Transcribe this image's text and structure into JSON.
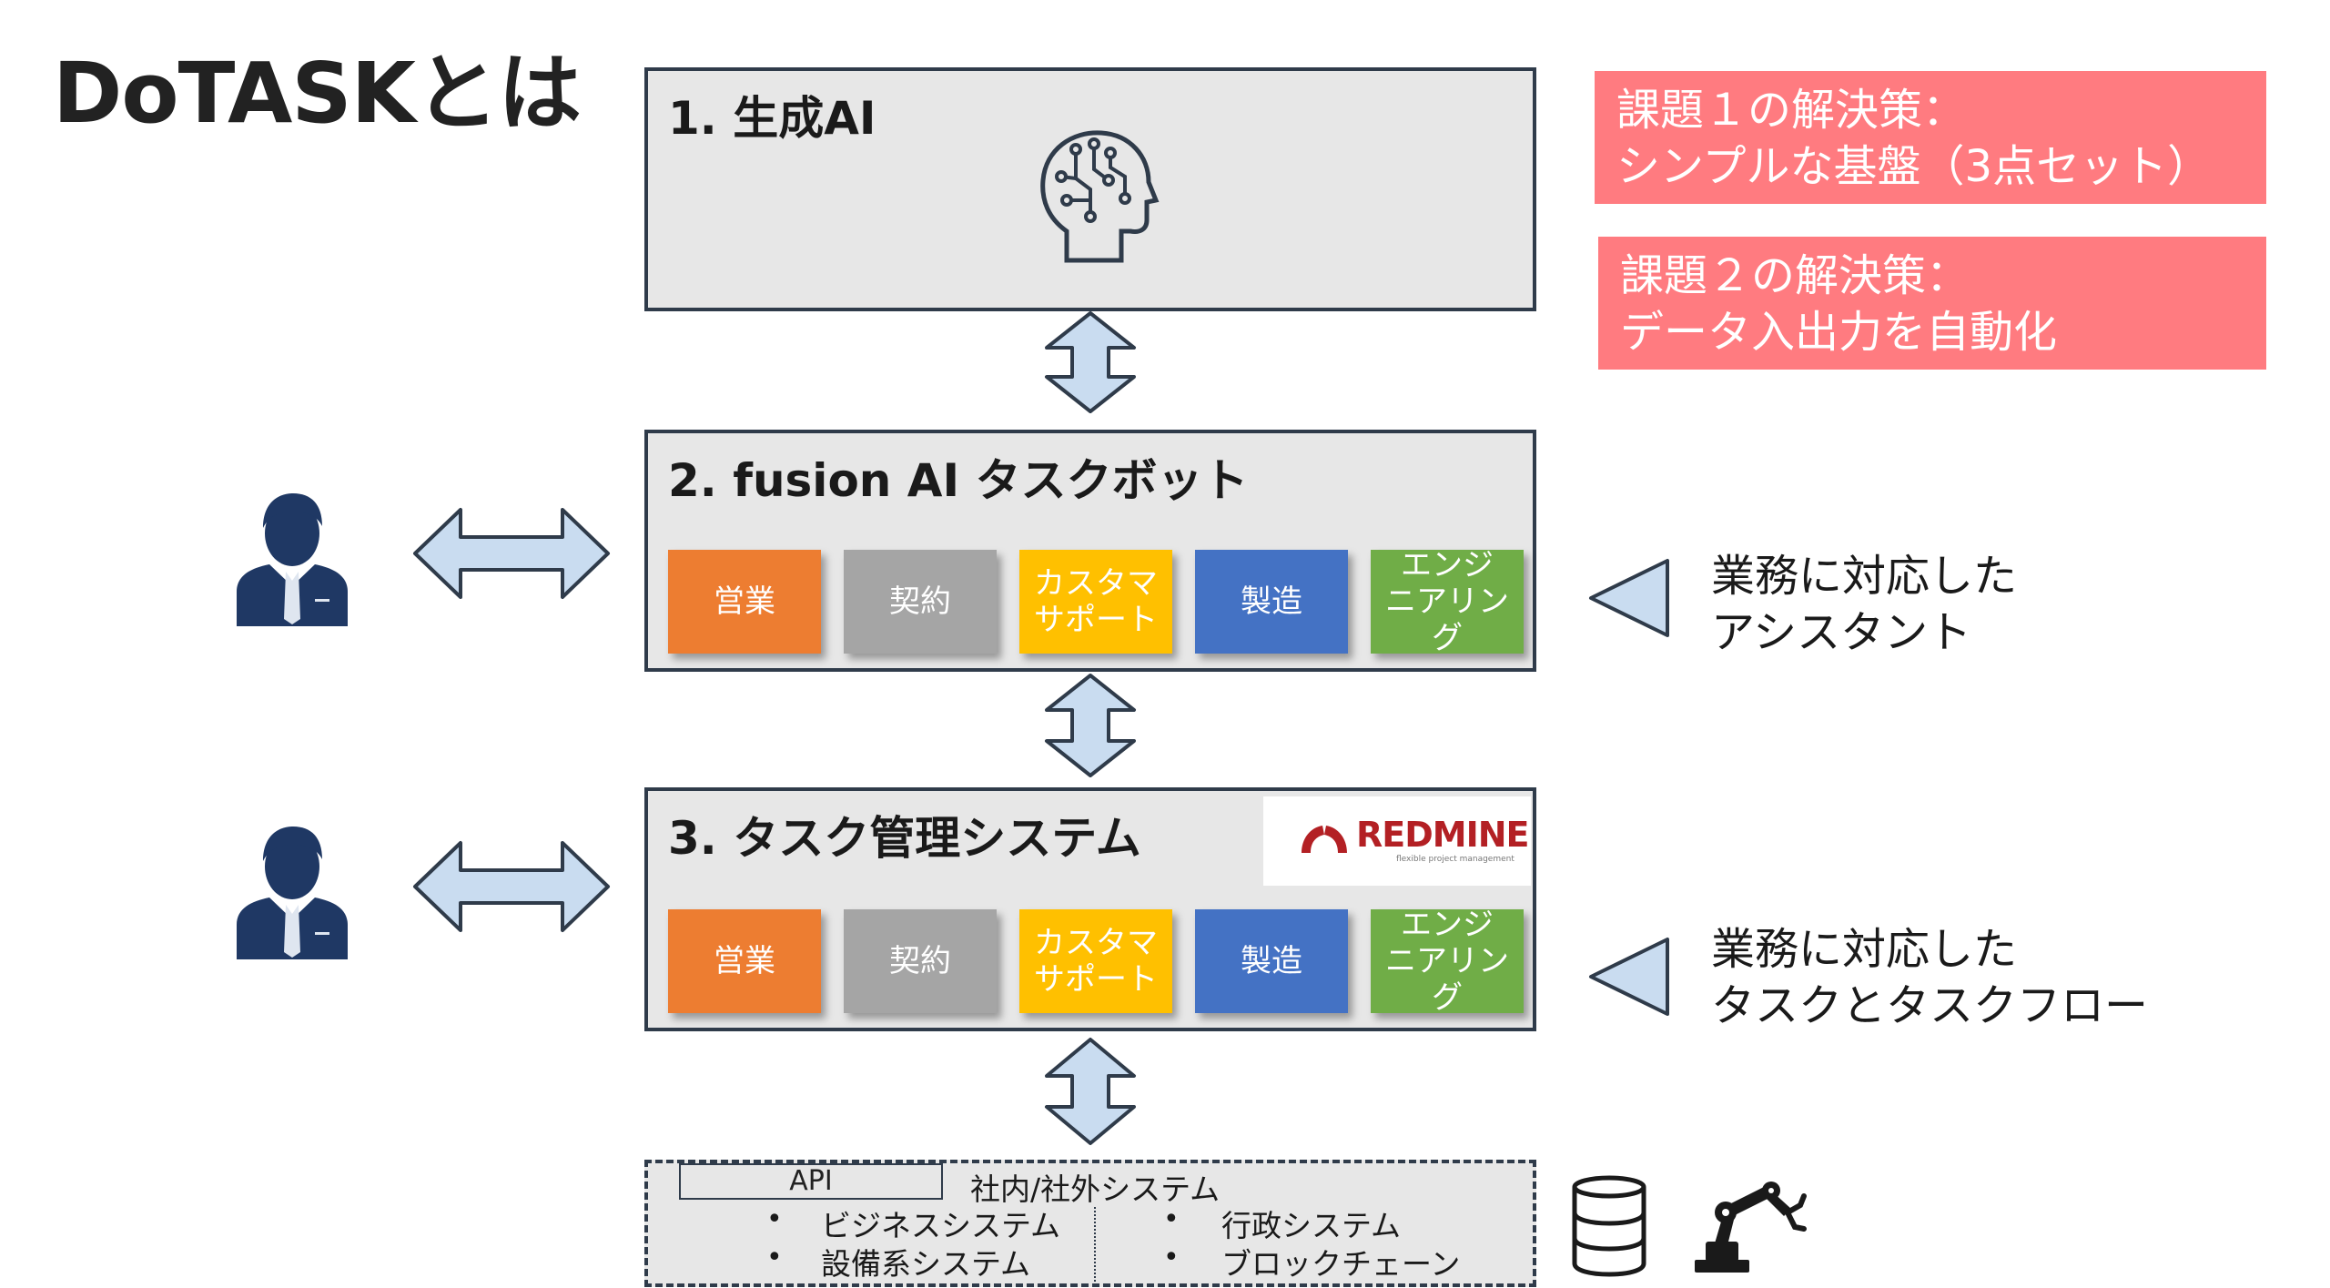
{
  "page_title": "DoTASKとは",
  "layers": [
    {
      "title": "1.  生成AI",
      "icon": "ai-head-icon"
    },
    {
      "title": "2. fusion AI タスクボット",
      "departments": [
        "営業",
        "契約",
        "カスタマ\nサポート",
        "製造",
        "エンジ\nニアリング"
      ]
    },
    {
      "title": "3. タスク管理システム",
      "departments": [
        "営業",
        "契約",
        "カスタマ\nサポート",
        "製造",
        "エンジ\nニアリング"
      ],
      "logo": {
        "name": "REDMINE",
        "tagline": "flexible project management"
      }
    }
  ],
  "callouts": [
    {
      "line1": "課題１の解決策：",
      "line2": "シンプルな基盤（3点セット）"
    },
    {
      "line1": "課題２の解決策：",
      "line2": "データ入出力を自動化"
    }
  ],
  "notes": [
    {
      "line1": "業務に対応した",
      "line2": "アシスタント"
    },
    {
      "line1": "業務に対応した",
      "line2": "タスクとタスクフロー"
    }
  ],
  "systems": {
    "api_label": "API",
    "title": "社内/社外システム",
    "left_items": [
      "ビジネスシステム",
      "設備系システム"
    ],
    "right_items": [
      "行政システム",
      "ブロックチェーン"
    ],
    "bullet": "•"
  },
  "colors": {
    "sales": "#ed7d31",
    "contract": "#a5a5a5",
    "customer_support": "#ffc000",
    "manufacturing": "#4472c4",
    "engineering": "#70ad47",
    "callout_bg": "#ff7b80",
    "arrow_fill": "#c9dcf0",
    "arrow_stroke": "#2f3b4a",
    "person": "#1f3864"
  }
}
